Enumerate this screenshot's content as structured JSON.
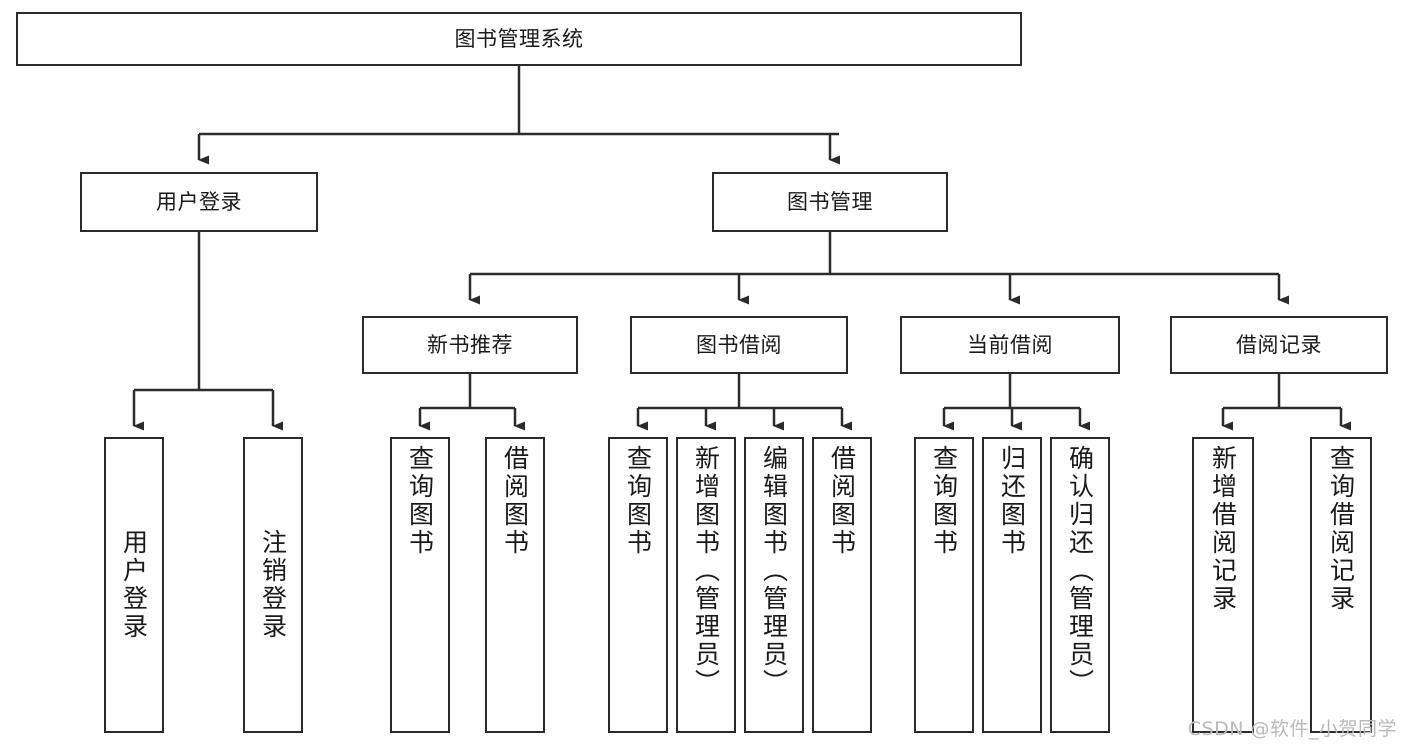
{
  "diagram": {
    "title": "图书管理系统",
    "watermark": "CSDN @软件_小贺同学",
    "stroke_color": "#2b2b2b",
    "fill_color": "#ffffff",
    "watermark_color": "#b9b9b9",
    "nodes": {
      "root": "图书管理系统",
      "user_login": "用户登录",
      "book_manage": "图书管理",
      "new_book_rec": "新书推荐",
      "book_borrow": "图书借阅",
      "current_borrow": "当前借阅",
      "borrow_record": "借阅记录",
      "leaf_user_login": "用户登录",
      "leaf_logout": "注销登录",
      "leaf_query_book_a": "查询图书",
      "leaf_borrow_book_a": "借阅图书",
      "leaf_query_book_b": "查询图书",
      "leaf_add_book": "新增图书（管理员）",
      "leaf_edit_book": "编辑图书（管理员）",
      "leaf_borrow_book_b": "借阅图书",
      "leaf_query_book_c": "查询图书",
      "leaf_return_book": "归还图书",
      "leaf_confirm_return": "确认归还（管理员）",
      "leaf_add_record": "新增借阅记录",
      "leaf_query_record": "查询借阅记录"
    },
    "edges": [
      {
        "from": "root",
        "to": "user_login"
      },
      {
        "from": "root",
        "to": "book_manage"
      },
      {
        "from": "user_login",
        "to": "leaf_user_login"
      },
      {
        "from": "user_login",
        "to": "leaf_logout"
      },
      {
        "from": "book_manage",
        "to": "new_book_rec"
      },
      {
        "from": "book_manage",
        "to": "book_borrow"
      },
      {
        "from": "book_manage",
        "to": "current_borrow"
      },
      {
        "from": "book_manage",
        "to": "borrow_record"
      },
      {
        "from": "new_book_rec",
        "to": "leaf_query_book_a"
      },
      {
        "from": "new_book_rec",
        "to": "leaf_borrow_book_a"
      },
      {
        "from": "book_borrow",
        "to": "leaf_query_book_b"
      },
      {
        "from": "book_borrow",
        "to": "leaf_add_book"
      },
      {
        "from": "book_borrow",
        "to": "leaf_edit_book"
      },
      {
        "from": "book_borrow",
        "to": "leaf_borrow_book_b"
      },
      {
        "from": "current_borrow",
        "to": "leaf_query_book_c"
      },
      {
        "from": "current_borrow",
        "to": "leaf_return_book"
      },
      {
        "from": "current_borrow",
        "to": "leaf_confirm_return"
      },
      {
        "from": "borrow_record",
        "to": "leaf_add_record"
      },
      {
        "from": "borrow_record",
        "to": "leaf_query_record"
      }
    ]
  }
}
